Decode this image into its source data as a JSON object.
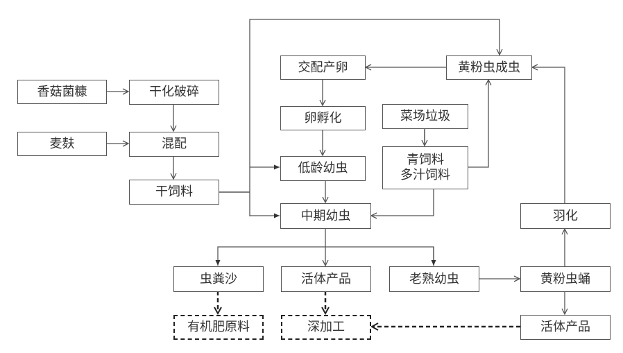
{
  "diagram": {
    "nodes": {
      "mushroom_residue": "香菇菌糠",
      "dry_crush": "干化破碎",
      "wheat_bran": "麦麸",
      "mix": "混配",
      "dry_feed": "干饲料",
      "mating": "交配产卵",
      "hatching": "卵孵化",
      "young_larva": "低龄幼虫",
      "mid_larva": "中期幼虫",
      "market_waste": "菜场垃圾",
      "green_feed_1": "青饲料",
      "green_feed_2": "多汁饲料",
      "adult": "黄粉虫成虫",
      "eclosion": "羽化",
      "pupa": "黄粉虫蛹",
      "live_product_right": "活体产品",
      "frass": "虫粪沙",
      "live_product_mid": "活体产品",
      "mature_larva": "老熟幼虫",
      "organic_fertilizer": "有机肥原料",
      "deep_processing": "深加工"
    },
    "edges": [
      {
        "from": "mushroom_residue",
        "to": "dry_crush",
        "style": "solid"
      },
      {
        "from": "dry_crush",
        "to": "mix",
        "style": "solid"
      },
      {
        "from": "wheat_bran",
        "to": "mix",
        "style": "solid"
      },
      {
        "from": "mix",
        "to": "dry_feed",
        "style": "solid"
      },
      {
        "from": "dry_feed",
        "to": "young_larva",
        "style": "solid"
      },
      {
        "from": "dry_feed",
        "to": "mid_larva",
        "style": "solid"
      },
      {
        "from": "dry_feed",
        "to": "adult",
        "style": "solid"
      },
      {
        "from": "adult",
        "to": "mating",
        "style": "solid"
      },
      {
        "from": "mating",
        "to": "hatching",
        "style": "solid"
      },
      {
        "from": "hatching",
        "to": "young_larva",
        "style": "solid"
      },
      {
        "from": "young_larva",
        "to": "mid_larva",
        "style": "solid"
      },
      {
        "from": "market_waste",
        "to": "green_feed",
        "style": "solid"
      },
      {
        "from": "green_feed",
        "to": "adult",
        "style": "solid"
      },
      {
        "from": "green_feed",
        "to": "mid_larva",
        "style": "solid"
      },
      {
        "from": "mid_larva",
        "to": "frass",
        "style": "solid"
      },
      {
        "from": "mid_larva",
        "to": "live_product_mid",
        "style": "solid"
      },
      {
        "from": "mid_larva",
        "to": "mature_larva",
        "style": "solid"
      },
      {
        "from": "mature_larva",
        "to": "pupa",
        "style": "solid"
      },
      {
        "from": "pupa",
        "to": "eclosion",
        "style": "solid"
      },
      {
        "from": "eclosion",
        "to": "adult",
        "style": "solid"
      },
      {
        "from": "pupa",
        "to": "live_product_right",
        "style": "solid"
      },
      {
        "from": "frass",
        "to": "organic_fertilizer",
        "style": "dashed"
      },
      {
        "from": "live_product_mid",
        "to": "deep_processing",
        "style": "dashed"
      },
      {
        "from": "live_product_right",
        "to": "deep_processing",
        "style": "dashed"
      }
    ]
  }
}
